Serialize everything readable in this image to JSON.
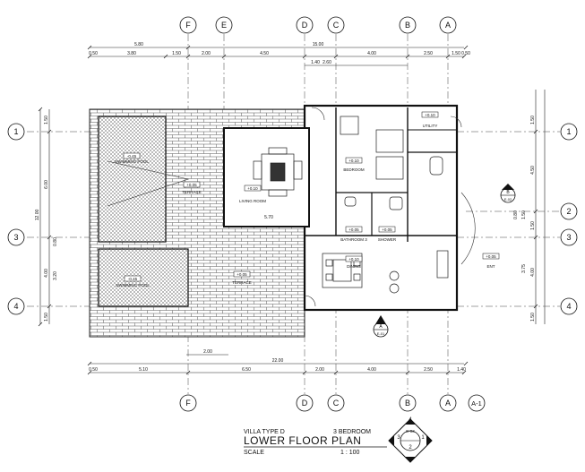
{
  "grid": {
    "top_labels": [
      "F",
      "E",
      "D",
      "C",
      "B",
      "A"
    ],
    "bottom_labels": [
      "F",
      "D",
      "C",
      "B",
      "A",
      "A-1"
    ],
    "left_labels": [
      "1",
      "3",
      "4"
    ],
    "right_labels": [
      "1",
      "2",
      "3",
      "4"
    ]
  },
  "dimensions": {
    "top_total": "15.00",
    "top_left_span": "5.80",
    "top_row": [
      "3.80",
      "1.50",
      "2.00",
      "4.50",
      "4.00",
      "2.50",
      "1.50"
    ],
    "top_sub": [
      "1.40",
      "2.60"
    ],
    "top_edge": [
      "0.50",
      "0.50"
    ],
    "bottom_total": "22.00",
    "bottom_row": [
      "0.50",
      "5.10",
      "6.50",
      "2.00",
      "4.00",
      "2.50",
      "1.40"
    ],
    "bottom_mid": "2.00",
    "left_total": "12.00",
    "left_rows": [
      "1.50",
      "6.00",
      "4.00",
      "1.50"
    ],
    "left_sub": [
      "0.80",
      "3.20"
    ],
    "right_rows": [
      "1.50",
      "4.50",
      "1.50",
      "3.75",
      "4.00",
      "1.50"
    ],
    "right_sub": [
      "0.80",
      "1.50"
    ],
    "interior": "5.70"
  },
  "rooms": {
    "pool_top": "SWIMMING POOL",
    "pool_bottom": "SWIMMING POOL",
    "terrace": "TERRACE",
    "living": "LIVING ROOM",
    "bedroom": "BEDROOM",
    "bathroom": "BATHROOM 3",
    "shower": "SHOWER",
    "dining": "DINING",
    "utility": "UTILITY",
    "ent": "ENT"
  },
  "levels": {
    "pool_top": "-0.45",
    "pool_bottom": "-0.45",
    "terrace_top": "+0.05",
    "terrace_bottom": "+0.05",
    "living": "+0.10",
    "bedroom": "+0.10",
    "bathroom": "+0.05",
    "shower": "+0.05",
    "dining": "+0.10",
    "utility": "+0.10",
    "ent": "+0.05"
  },
  "sections": {
    "A_ref": "A",
    "A_sheet": "E-01",
    "B_ref": "B",
    "B_sheet": "E-02"
  },
  "title": {
    "project": "VILLA TYPE D",
    "bedrooms": "3 BEDROOM",
    "name": "LOWER FLOOR PLAN",
    "scale_label": "SCALE",
    "scale_value": "1 : 100"
  },
  "key": {
    "top": "4",
    "left": "3",
    "right": "1",
    "bottom": "2",
    "sheet": "E-03"
  }
}
